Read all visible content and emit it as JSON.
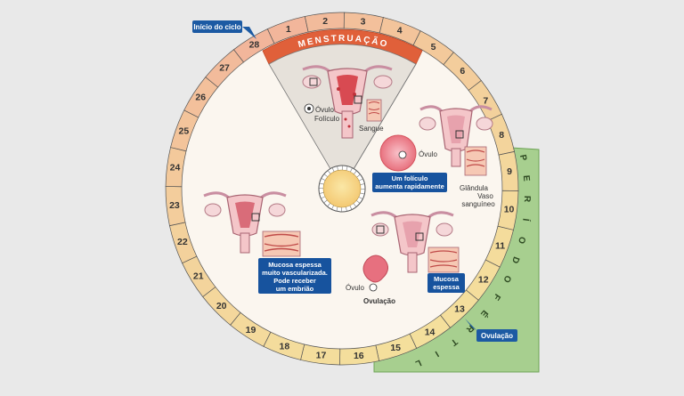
{
  "labels": {
    "cycle_start": "Início do ciclo",
    "ovulation_tag": "Ovulação",
    "menstruation": "MENSTRUAÇÃO",
    "fertile_period": "PERÍODO FÉRTIL",
    "ovulo_1": "Óvulo",
    "foliculo": "Folículo",
    "sangue": "Sangue",
    "ovulo_2": "Óvulo",
    "glandula": "Glândula",
    "vaso_1": "Vaso",
    "vaso_2": "sanguíneo",
    "ovulo_3": "Óvulo",
    "ovulacao_label": "Ovulação"
  },
  "boxes": {
    "follicle": [
      "Um folículo",
      "aumenta rapidamente"
    ],
    "thick_mucosa": [
      "Mucosa",
      "espessa"
    ],
    "vascular_mucosa": [
      "Mucosa espessa",
      "muito vascularizada.",
      "Pode receber",
      "um embrião"
    ]
  },
  "days": [
    "1",
    "2",
    "3",
    "4",
    "5",
    "6",
    "7",
    "8",
    "9",
    "10",
    "11",
    "12",
    "13",
    "14",
    "15",
    "16",
    "17",
    "18",
    "19",
    "20",
    "21",
    "22",
    "23",
    "24",
    "25",
    "26",
    "27",
    "28"
  ],
  "colors": {
    "menstruation": "#e0603a",
    "fertile": "#a7cf8f",
    "tag": "#1c5aa3",
    "box": "#17539e",
    "ring_start": "#f2b49b",
    "ring_end": "#f4df9c"
  }
}
